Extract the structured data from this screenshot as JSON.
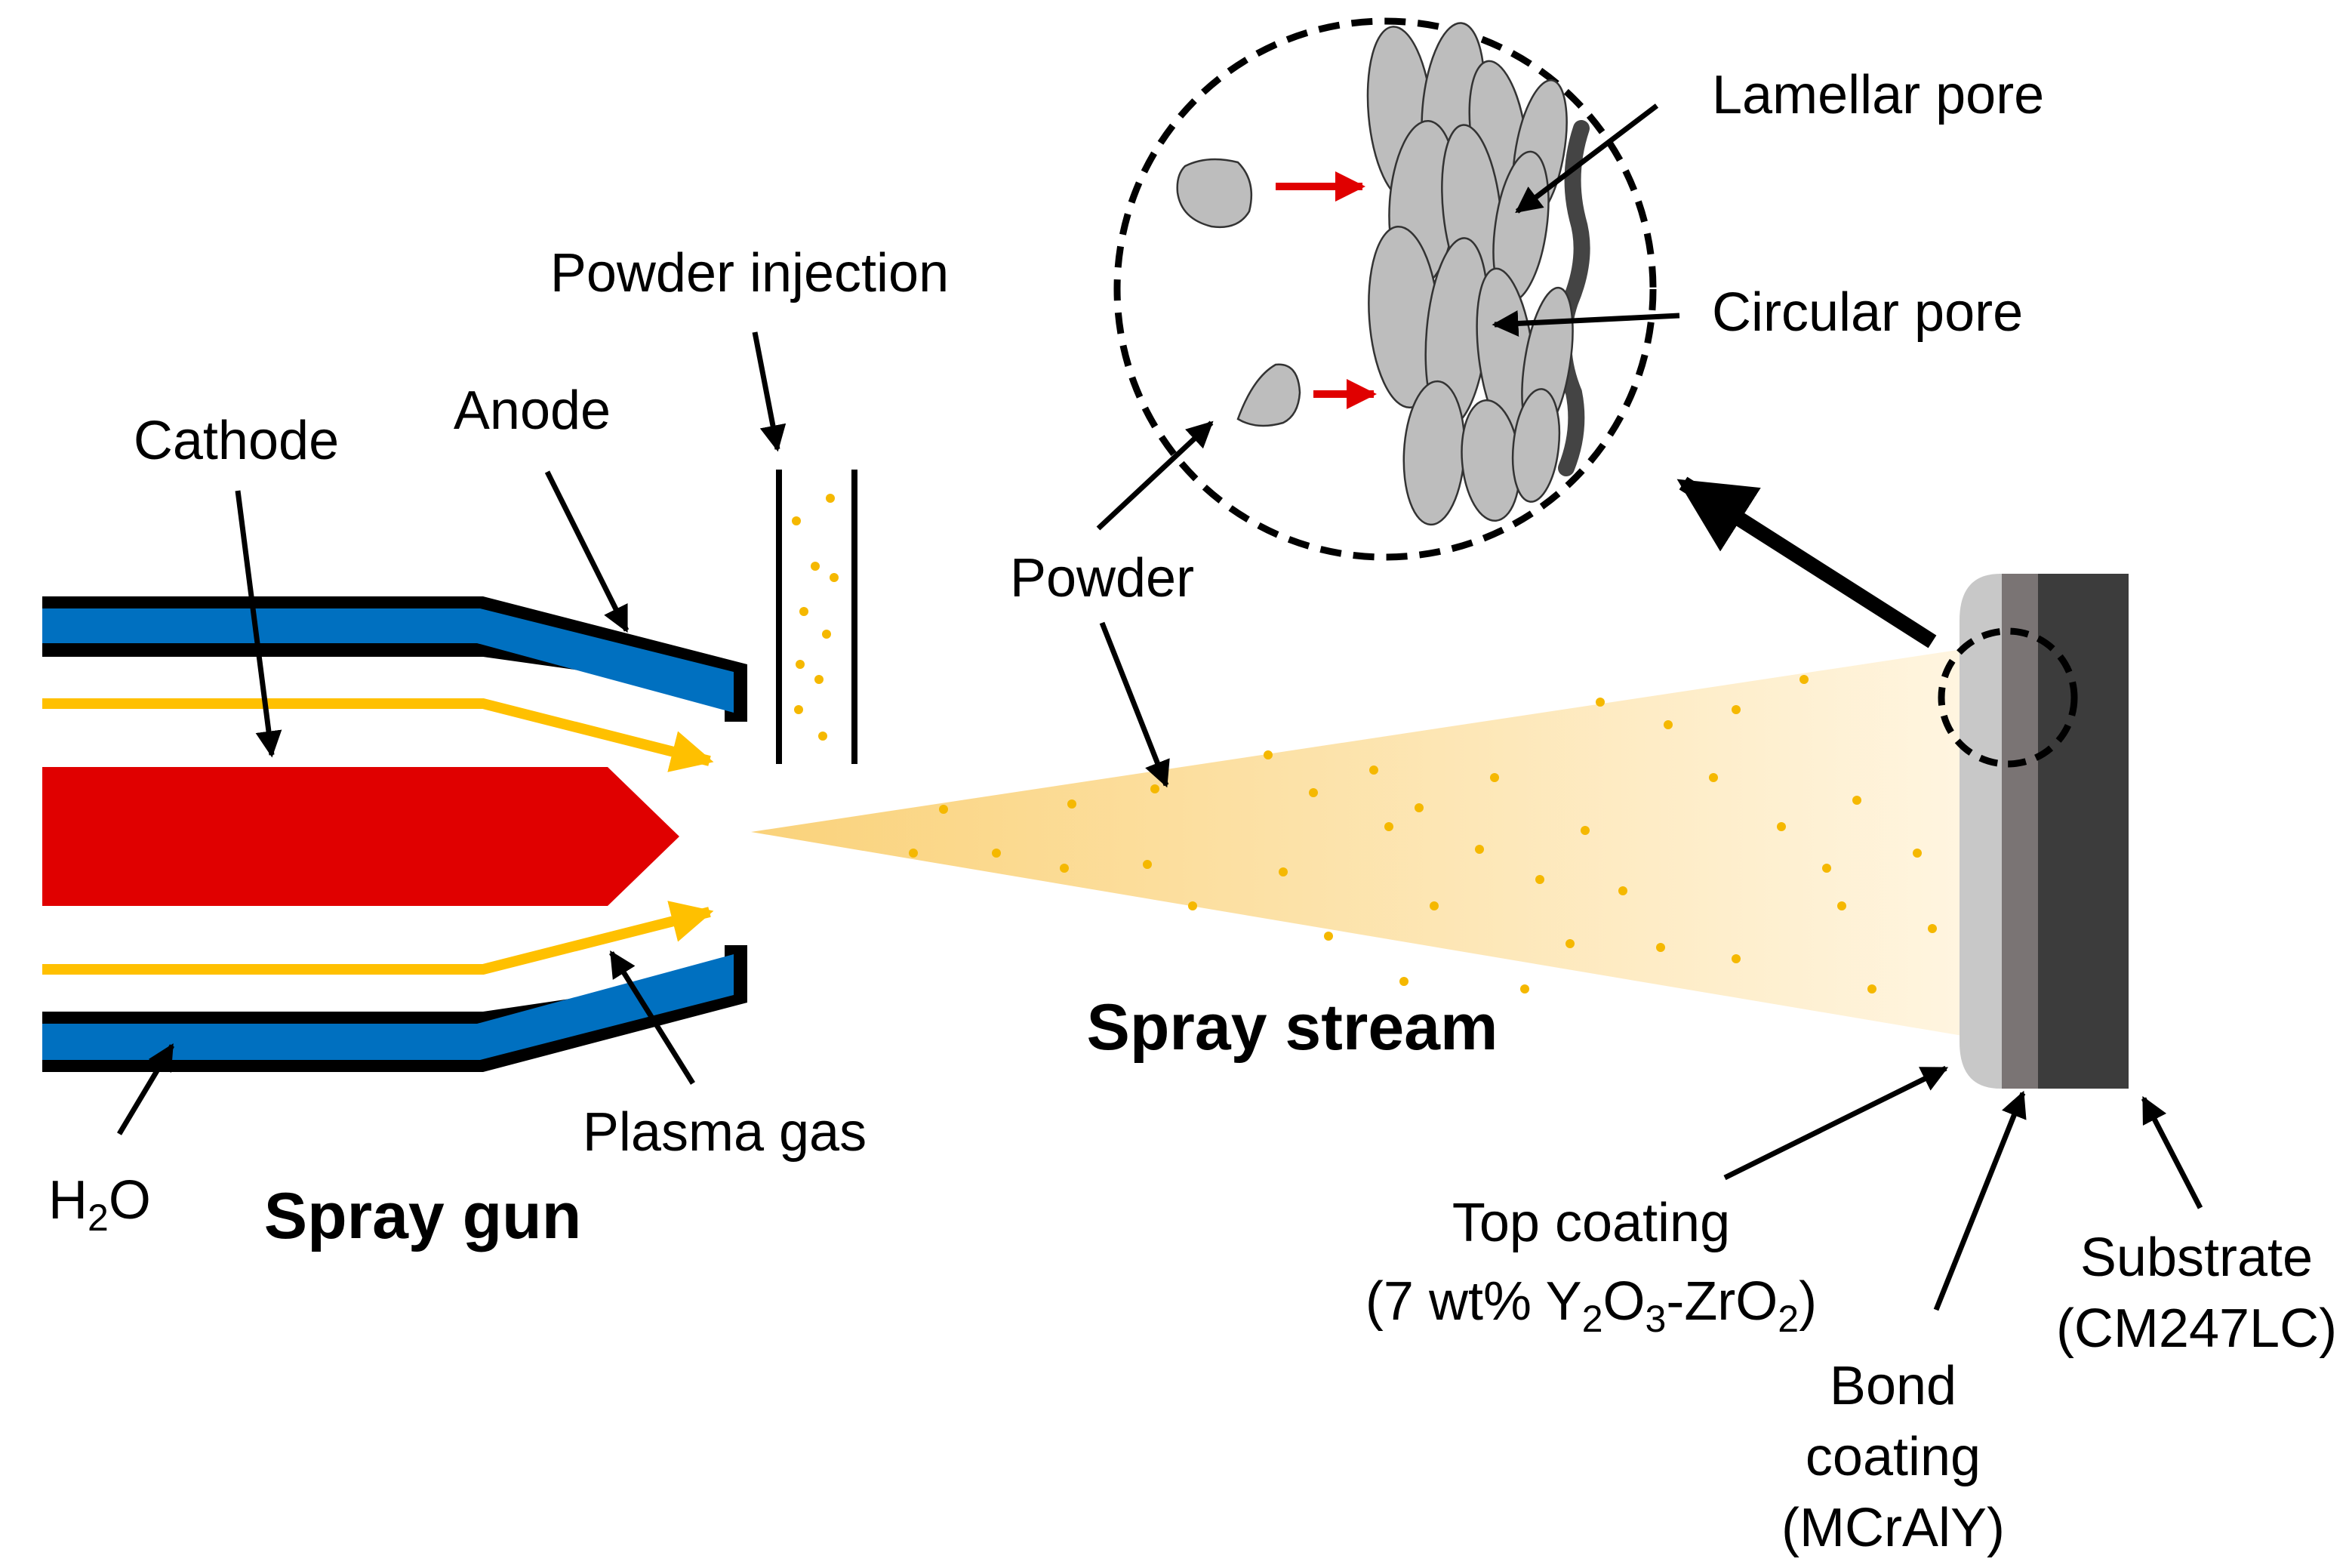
{
  "labels": {
    "powder_injection": "Powder injection",
    "anode": "Anode",
    "cathode": "Cathode",
    "powder": "Powder",
    "lamellar_pore": "Lamellar pore",
    "circular_pore": "Circular pore",
    "plasma_gas": "Plasma gas",
    "h2o": {
      "base": "H",
      "sub": "2",
      "tail": "O"
    },
    "spray_gun": "Spray gun",
    "spray_stream": "Spray stream",
    "top_coating_line1": "Top coating",
    "top_coating_line2": {
      "p1": "(7 wt% Y",
      "s1": "2",
      "p2": "O",
      "s2": "3",
      "p3": "-ZrO",
      "s3": "2",
      "p4": ")"
    },
    "bond_coating": [
      "Bond",
      "coating",
      "(MCrAlY)"
    ],
    "substrate": [
      "Substrate",
      "(CM247LC)"
    ]
  },
  "colors": {
    "cathode": "#E00000",
    "anode_water": "#0070C0",
    "plasma_gas": "#FFC000",
    "spray_stream": "#FBD880",
    "powder_particles": "#F5B800",
    "top_coating": "#C8C8C8",
    "bond_coating": "#7A7474",
    "substrate": "#3C3C3C",
    "splat": "#BDBDBD",
    "impact_arrow": "#E00000"
  }
}
